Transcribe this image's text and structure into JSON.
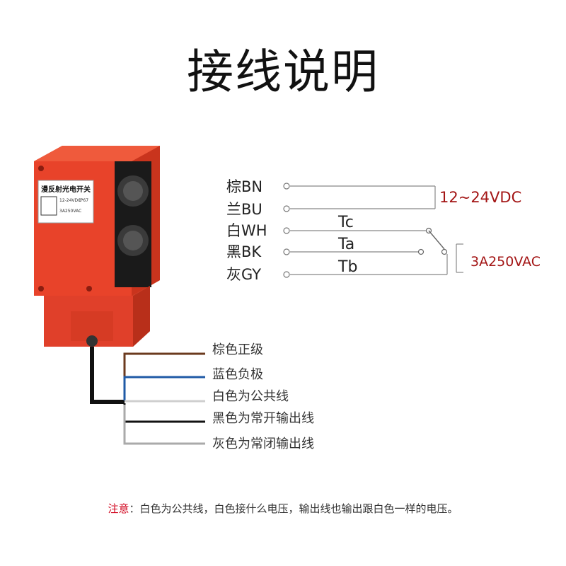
{
  "title": "接线说明",
  "device": {
    "label_name": "漫反射光电开关",
    "label_voltage": "12-24VDC",
    "label_ip": "IP67",
    "label_contact": "3A250VAC"
  },
  "wiring": {
    "wires": [
      {
        "code": "棕BN"
      },
      {
        "code": "兰BU"
      },
      {
        "code": "白WH"
      },
      {
        "code": "黑BK"
      },
      {
        "code": "灰GY"
      }
    ],
    "terminals": [
      "Tc",
      "Ta",
      "Tb"
    ],
    "supply": "12~24VDC",
    "relay_rating": "3A250VAC"
  },
  "cable": {
    "items": [
      {
        "text": "棕色正级",
        "color": "#6b3a1e"
      },
      {
        "text": "蓝色负极",
        "color": "#1f5aa6"
      },
      {
        "text": "白色为公共线",
        "color": "#dcdcdc"
      },
      {
        "text": "黑色为常开输出线",
        "color": "#111111"
      },
      {
        "text": "灰色为常闭输出线",
        "color": "#aaaaaa"
      }
    ]
  },
  "note": {
    "prefix": "注意",
    "text": "：白色为公共线，白色接什么电压，输出线也输出跟白色一样的电压。"
  },
  "colors": {
    "body": "#e8432a",
    "body_dark": "#c9341d",
    "accent_red": "#a31515"
  }
}
